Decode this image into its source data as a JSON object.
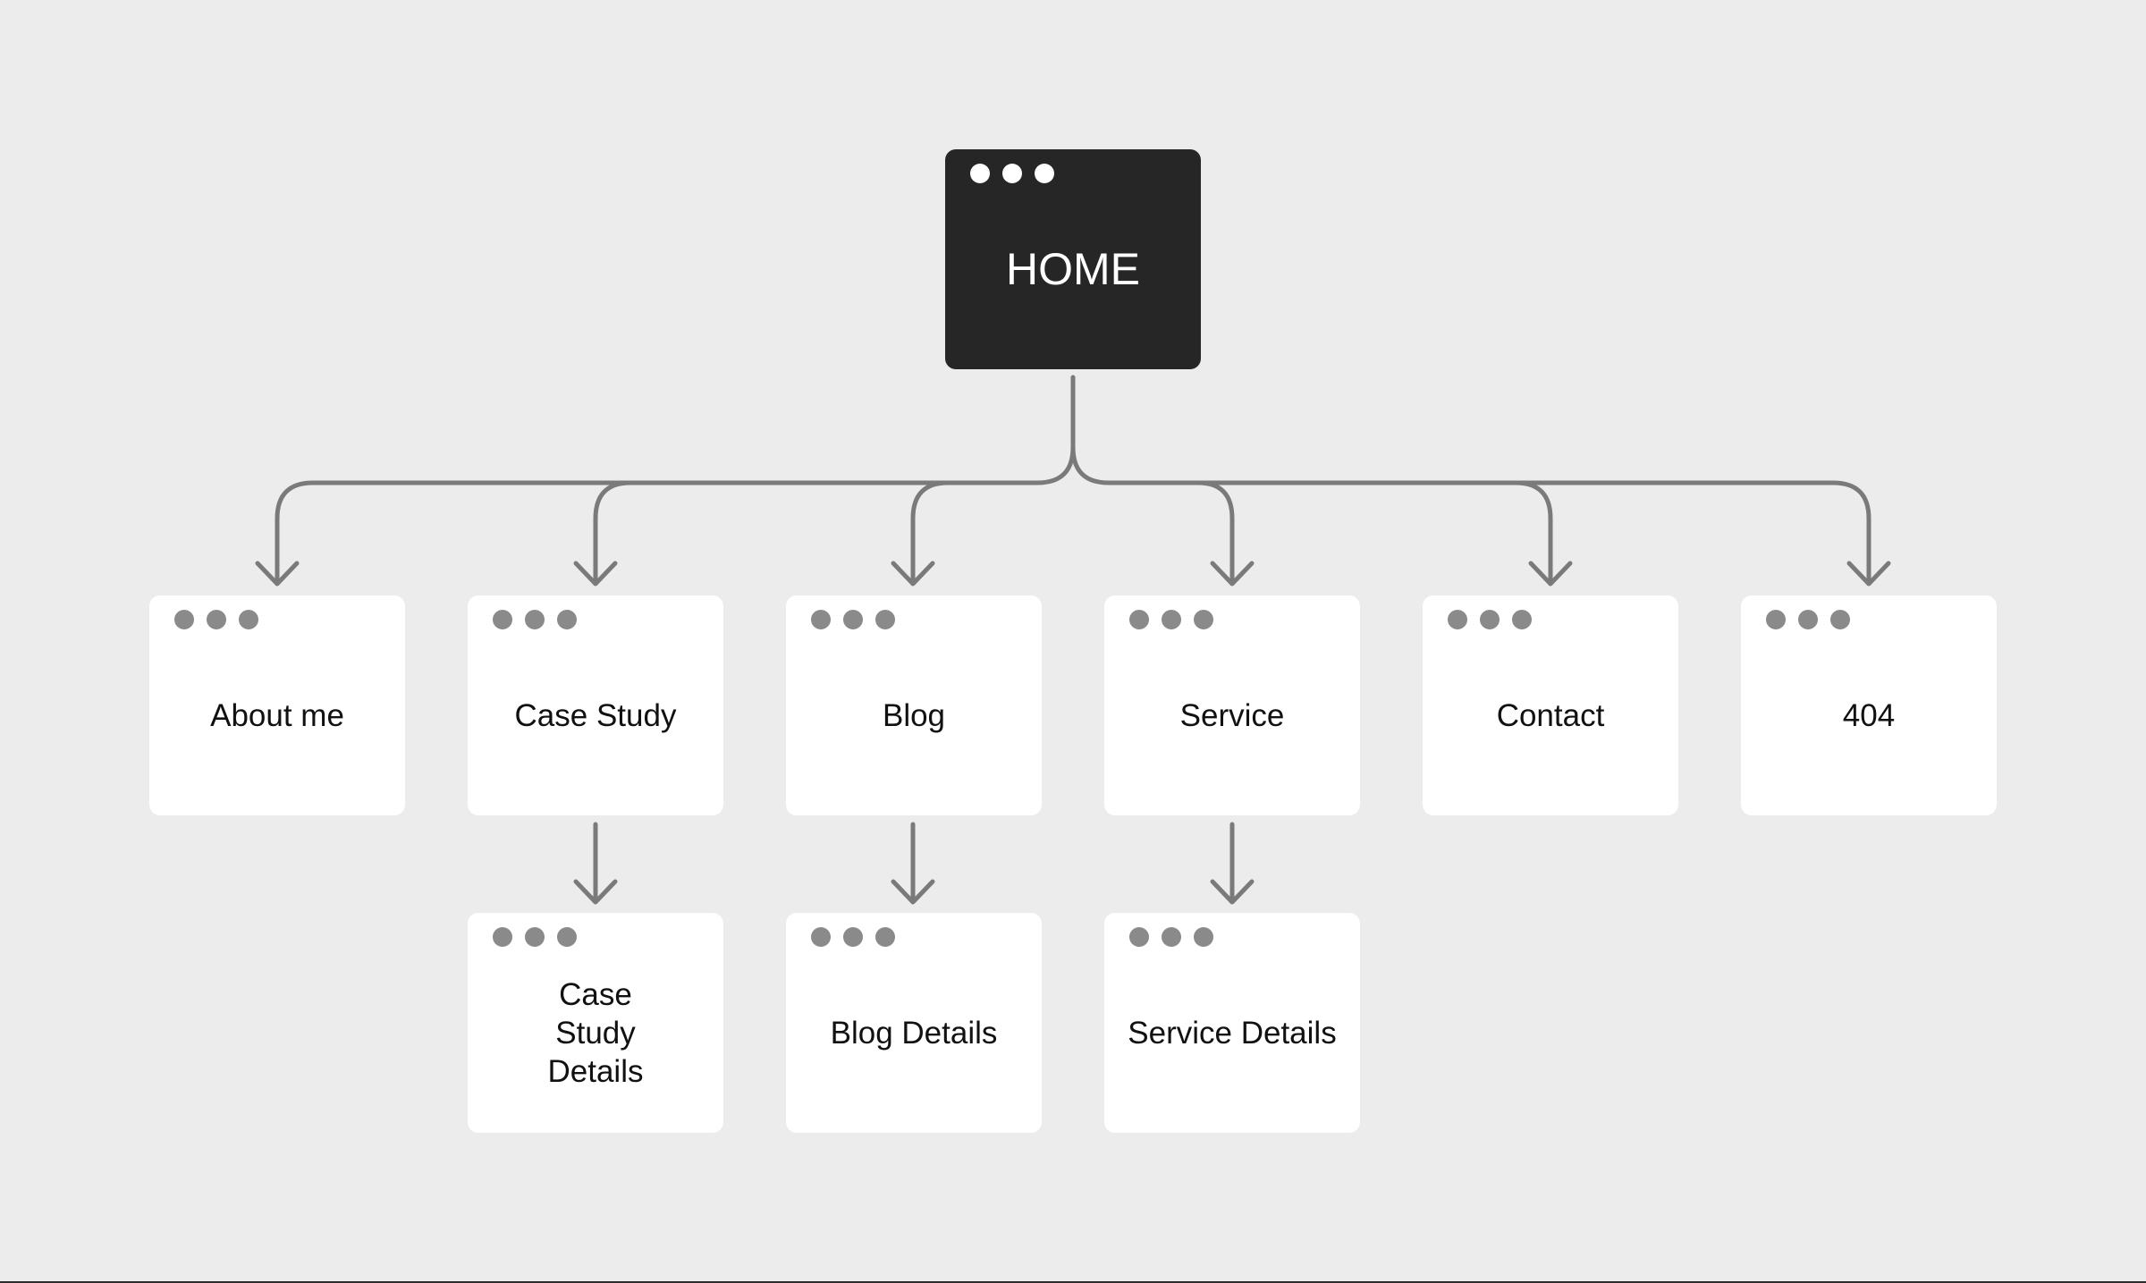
{
  "diagram": {
    "root": {
      "label": "HOME"
    },
    "level1": [
      {
        "label": "About me"
      },
      {
        "label": "Case Study"
      },
      {
        "label": "Blog"
      },
      {
        "label": "Service"
      },
      {
        "label": "Contact"
      },
      {
        "label": "404"
      }
    ],
    "level2": [
      {
        "label": "Case Study Details"
      },
      {
        "label": "Blog Details"
      },
      {
        "label": "Service Details"
      }
    ],
    "colors": {
      "background": "#ececec",
      "connector": "#7a7a7a",
      "root_fill": "#262626",
      "card_fill": "#ffffff",
      "dot_light": "#8a8a8a",
      "dot_dark": "#ffffff"
    }
  }
}
